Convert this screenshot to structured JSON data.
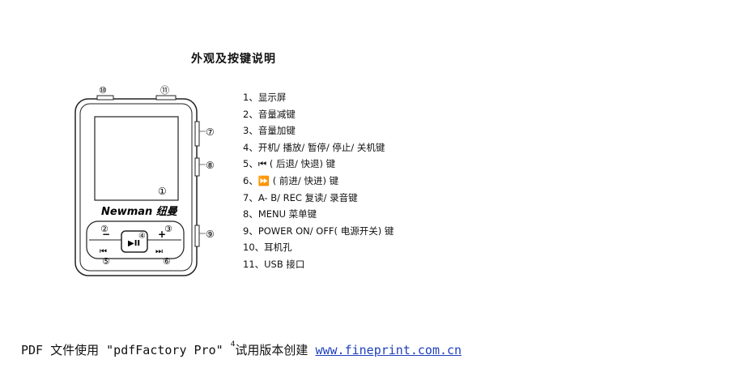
{
  "title": "外观及按键说明",
  "device": {
    "brand": "Newman 纽曼",
    "callouts": [
      "①",
      "②",
      "③",
      "④",
      "⑤",
      "⑥",
      "⑦",
      "⑧",
      "⑨",
      "⑩",
      "⑪"
    ],
    "button_labels": {
      "minus": "−",
      "plus": "+",
      "prev": "⏮",
      "next": "⏭",
      "play": "▶II"
    }
  },
  "items": [
    "1、显示屏",
    "2、音量减键",
    "3、音量加键",
    "4、开机/ 播放/ 暂停/ 停止/ 关机键",
    "5、⏮ ( 后退/ 快退) 键",
    "6、⏩ ( 前进/ 快进) 键",
    "7、A- B/ REC 复读/ 录音键",
    "8、MENU 菜单键",
    "9、POWER ON/ OFF( 电源开关) 键",
    "10、耳机孔",
    "11、USB 接口"
  ],
  "footer": {
    "text": "PDF 文件使用 \"pdfFactory Pro\" ",
    "page_number": "4",
    "text2": "试用版本创建 ",
    "link": "www.fineprint.com.cn"
  }
}
